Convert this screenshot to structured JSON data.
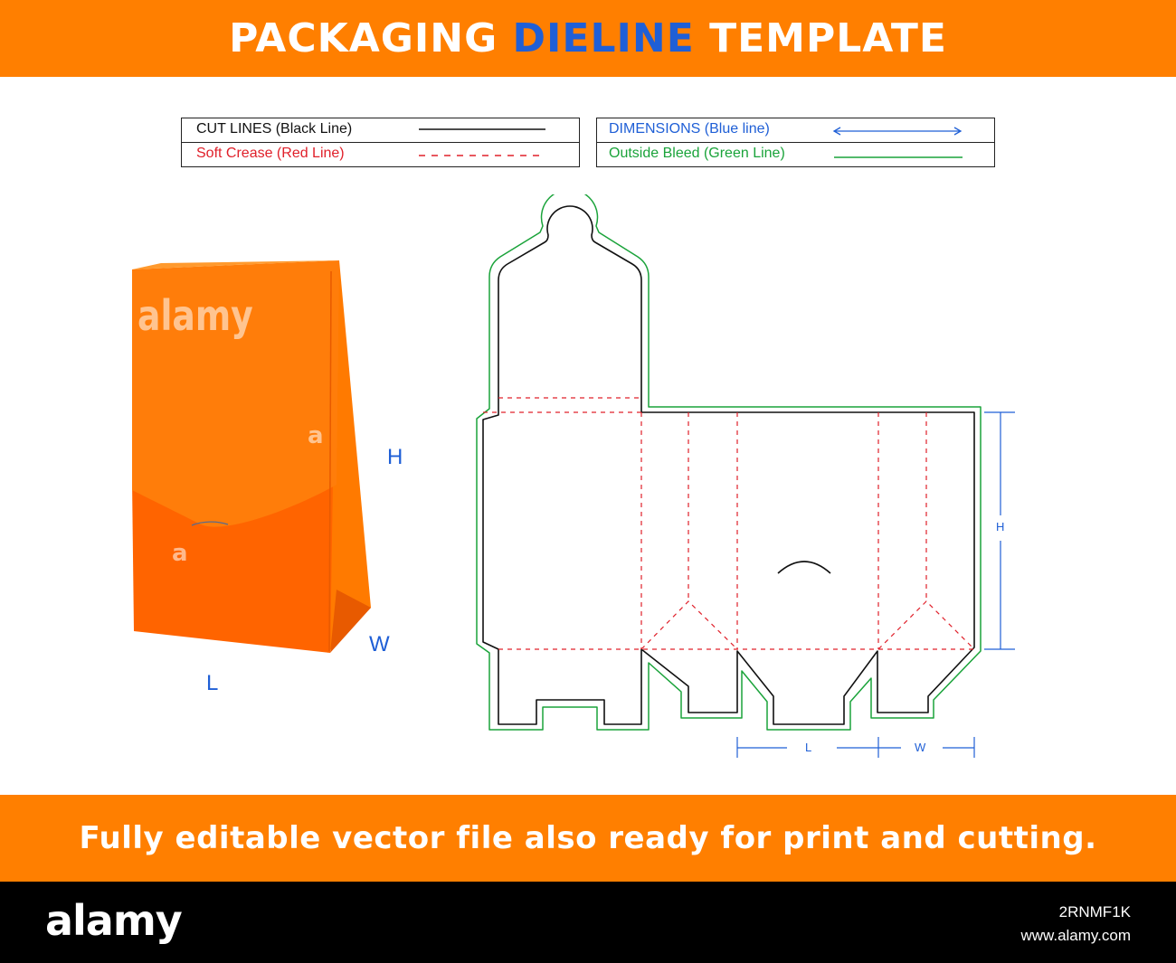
{
  "header": {
    "title_part1": "PACKAGING ",
    "title_highlight": "DIELINE",
    "title_part2": " TEMPLATE"
  },
  "legend": {
    "cut_lines": "CUT LINES (Black Line)",
    "soft_crease": "Soft Crease (Red Line)",
    "dimensions": "DIMENSIONS (Blue line)",
    "outside_bleed": "Outside Bleed (Green Line)"
  },
  "box_labels": {
    "height": "H",
    "width": "W",
    "length": "L"
  },
  "dieline_labels": {
    "height": "H",
    "length": "L",
    "width": "W"
  },
  "footer_banner": "Fully editable vector file also ready for print and cutting.",
  "watermark": {
    "logo": "alamy",
    "small": "a"
  },
  "footer": {
    "logo": "alamy",
    "image_id": "2RNMF1K",
    "site": "www.alamy.com"
  },
  "colors": {
    "banner": "#ff7f00",
    "highlight_blue": "#1f5fd6",
    "cut": "#111111",
    "crease": "#e0202a",
    "dimension": "#1f5fd6",
    "bleed": "#1aa33a",
    "box_front": "#ff6a00",
    "box_flap": "#ff7d0a"
  }
}
